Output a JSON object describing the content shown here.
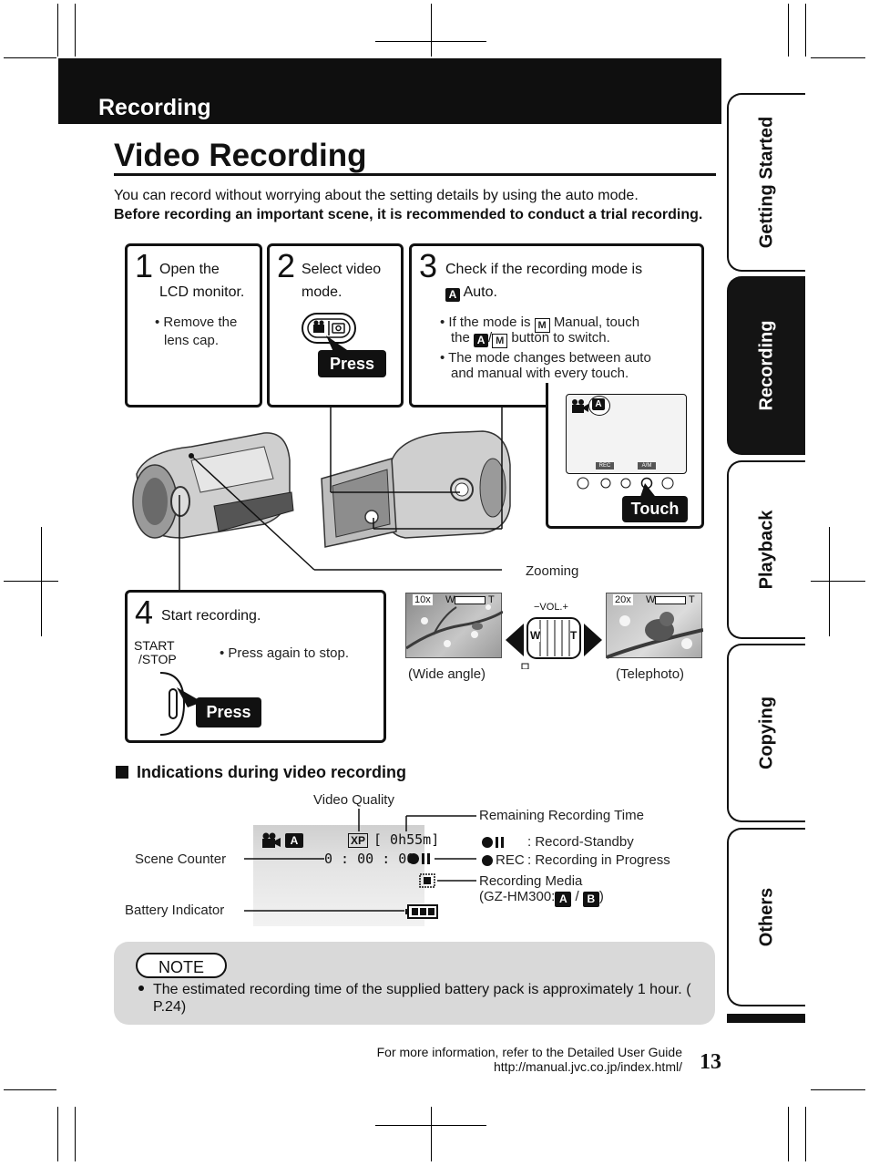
{
  "header": {
    "section_title": "Recording"
  },
  "page_title": "Video Recording",
  "intro": {
    "text": "You can record without worrying about the setting details by using the auto mode.",
    "bold": "Before recording an important scene, it is recommended to conduct a trial recording."
  },
  "steps": [
    {
      "number": "1",
      "title_line1": "Open the",
      "title_line2": "LCD monitor.",
      "bullet_line1": "• Remove the",
      "bullet_line2": "lens cap."
    },
    {
      "number": "2",
      "title_line1": "Select video",
      "title_line2": "mode.",
      "press": "Press"
    },
    {
      "number": "3",
      "title_line1": "Check if the recording mode is",
      "title_line2": "Auto.",
      "mode_badge": "A",
      "manual_badge": "M",
      "bullet1_a": "• If the mode is",
      "bullet1_b": "Manual, touch",
      "bullet1_c": "the",
      "bullet1_d": "button to switch.",
      "bullet2_line1": "• The mode changes between auto",
      "bullet2_line2": "and manual with every touch.",
      "touch": "Touch",
      "lcd_rec": "REC",
      "lcd_am": "A/M"
    },
    {
      "number": "4",
      "title": "Start recording.",
      "start_stop_1": "START",
      "start_stop_2": "/STOP",
      "bullet": "• Press again to stop.",
      "press": "Press"
    }
  ],
  "zoom": {
    "label": "Zooming",
    "wide_zoom": "10x",
    "tele_zoom": "20x",
    "w": "W",
    "t": "T",
    "vol": "−VOL.+",
    "wide_caption": "(Wide angle)",
    "tele_caption": "(Telephoto)"
  },
  "indications": {
    "heading": "Indications during video recording",
    "video_quality": "Video Quality",
    "remaining_time": "Remaining Recording Time",
    "scene_counter": "Scene Counter",
    "battery": "Battery Indicator",
    "standby": ": Record-Standby",
    "rec_in_progress": ": Recording in Progress",
    "rec_word": "REC",
    "media_line1": "Recording Media",
    "media_line2a": "(GZ-HM300:",
    "media_line2b": ")",
    "media_a": "A",
    "media_b": "B",
    "screen_quality": "XP",
    "screen_time": "[ 0h55m]",
    "screen_counter": "0 : 00 : 00"
  },
  "note": {
    "label": "NOTE",
    "text": "The estimated recording time of the supplied battery pack is approximately 1 hour. ( P.24)"
  },
  "footer": {
    "line1": "For more information, refer to the Detailed User Guide",
    "line2": "http://manual.jvc.co.jp/index.html/",
    "page_number": "13"
  },
  "side_tabs": [
    {
      "label": "Getting Started",
      "active": false
    },
    {
      "label": "Recording",
      "active": true
    },
    {
      "label": "Playback",
      "active": false
    },
    {
      "label": "Copying",
      "active": false
    },
    {
      "label": "Others",
      "active": false
    }
  ]
}
